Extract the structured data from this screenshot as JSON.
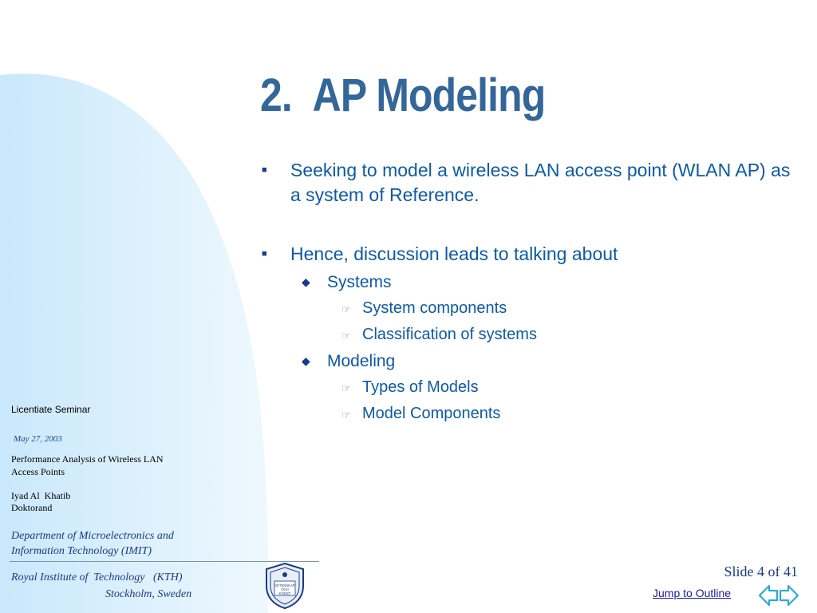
{
  "slide": {
    "title_number": "2.",
    "title_text": "AP Modeling",
    "bullets": [
      {
        "text": "Seeking to model a wireless LAN access point (WLAN AP) as a system of Reference."
      },
      {
        "text": "Hence, discussion leads to talking about"
      }
    ],
    "sub_items": [
      {
        "text": "Systems"
      },
      {
        "text": "Modeling"
      }
    ],
    "sub_sub_items": [
      {
        "text": "System components"
      },
      {
        "text": "Classification of systems"
      },
      {
        "text": "Types of Models"
      },
      {
        "text": "Model Components"
      }
    ],
    "markers": {
      "level1": "■",
      "level2": "◆",
      "level3": "☞"
    }
  },
  "footer": {
    "seminar": "Licentiate Seminar",
    "date": "May 27, 2003",
    "talk_title_line1": "Performance Analysis of Wireless LAN",
    "talk_title_line2": "Access Points",
    "author_name": "Iyad Al  Khatib",
    "author_role": "Doktorand",
    "department_line1": "Department of Microelectronics and",
    "department_line2": "Information Technology (IMIT)",
    "institute": "Royal Institute of  Technology   (KTH)",
    "city": "Stockholm, Sweden",
    "seal_lines": [
      "VETENSKAP",
      "OCH",
      "KONST"
    ]
  },
  "nav": {
    "slide_number": "Slide 4 of 41",
    "jump_label": "Jump to Outline"
  },
  "colors": {
    "title": "#336699",
    "body_text": "#0c5aa6",
    "arc_fill": "#dff0fb"
  }
}
